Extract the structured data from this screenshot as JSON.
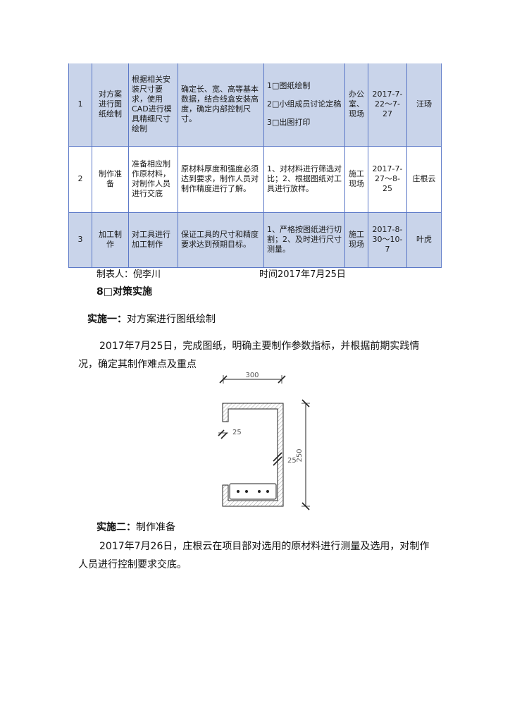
{
  "table": {
    "rows": [
      {
        "num": "1",
        "plan": "对方案进行图纸绘制",
        "target": "根据相关安装尺寸要求，使用CAD进行模具精细尺寸绘制",
        "standard": "确定长、宽、高等基本数据，结合线盒安装高度，确定内部控制尺寸。",
        "measures": [
          "1□图纸绘制",
          "2□小组成员讨论定稿",
          "3□出图打印"
        ],
        "place": "办公室、现场",
        "date": "2017-7-22～7-27",
        "person": "汪玚"
      },
      {
        "num": "2",
        "plan": "制作准备",
        "target": "准备相应制作原材料，对制作人员进行交底",
        "standard": "原材料厚度和强度必须达到要求，制作人员对制作精度进行了解。",
        "measures": [
          "1、对材料进行筛选对比；2、根据图纸对工具进行放样。"
        ],
        "place": "施工现场",
        "date": "2017-7-27～8-25",
        "person": "庄根云"
      },
      {
        "num": "3",
        "plan": "加工制作",
        "target": "对工具进行加工制作",
        "standard": "保证工具的尺寸和精度要求达到预期目标。",
        "measures": [
          "1、严格按图纸进行切割；2、及时进行尺寸测量。"
        ],
        "place": "施工现场",
        "date": "2017-8-30～10-7",
        "person": "叶虎"
      }
    ]
  },
  "maker": "制表人：倪李川",
  "time": "时间2017年7月25日",
  "section_title": "8□对策实施",
  "impl1": {
    "head": "实施一：",
    "title": "对方案进行图纸绘制",
    "body": "2017年7月25日，完成图纸，明确主要制作参数指标，并根据前期实践情况，确定其制作难点及重点"
  },
  "figure": {
    "dim_top": "300",
    "dim_inner": "25",
    "dim_right_inner": "25",
    "dim_height": "250"
  },
  "impl2": {
    "head": "实施二：",
    "title": "制作准备",
    "body": "2017年7月26日，庄根云在项目部对选用的原材料进行测量及选用，对制作人员进行控制要求交底。"
  }
}
